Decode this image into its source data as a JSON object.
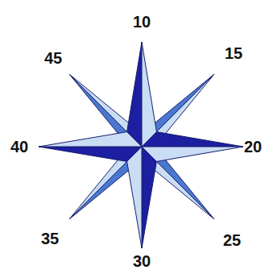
{
  "diagram": {
    "labels": [
      "10",
      "45",
      "15",
      "40",
      "20",
      "35",
      "25",
      "30"
    ]
  }
}
